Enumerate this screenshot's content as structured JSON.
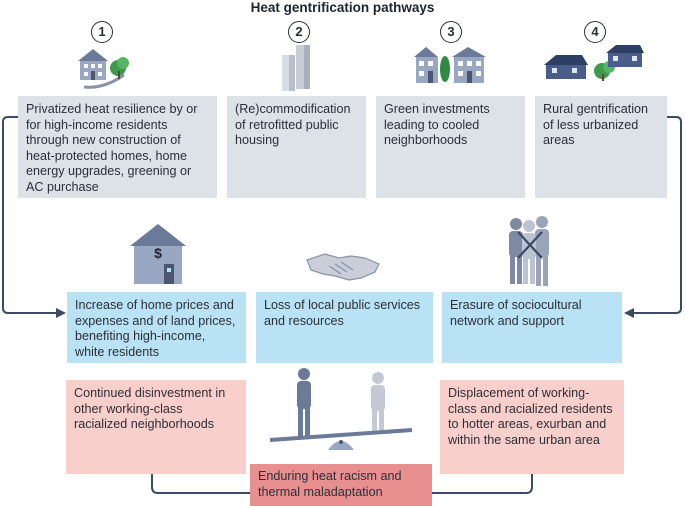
{
  "title": "Heat gentrification pathways",
  "pathways": [
    {
      "number": "1",
      "text": "Privatized heat resilience by or for high-income residents through new construction of heat-protected homes, home energy upgrades, greening or AC purchase",
      "icon": "house-with-tree-icon"
    },
    {
      "number": "2",
      "text": "(Re)commodification of retrofitted public housing",
      "icon": "tower-buildings-icon"
    },
    {
      "number": "3",
      "text": "Green investments leading to cooled neighborhoods",
      "icon": "row-houses-with-tree-icon"
    },
    {
      "number": "4",
      "text": "Rural gentrification of less urbanized areas",
      "icon": "rural-houses-icon"
    }
  ],
  "consequences": [
    {
      "text": "Increase of home prices and expenses and of land prices, benefiting high-income, white residents",
      "icon": "house-dollar-icon"
    },
    {
      "text": "Loss of local public services and resources",
      "icon": "handshake-icon"
    },
    {
      "text": "Erasure of sociocultural network and support",
      "icon": "crossed-people-icon"
    }
  ],
  "outcomes": {
    "left": "Continued disinvestment in other working-class racialized neighborhoods",
    "right": "Displacement of working-class and racialized residents to hotter areas, exurban and within the same urban area",
    "center": "Enduring heat racism and thermal maladaptation",
    "center_icon": "seesaw-people-icon"
  },
  "colors": {
    "gray_box": "#dde1e8",
    "blue_box": "#b9e2f4",
    "pink_box": "#f8cfcb",
    "dark_pink_box": "#e7908f",
    "line": "#3d4a63"
  }
}
